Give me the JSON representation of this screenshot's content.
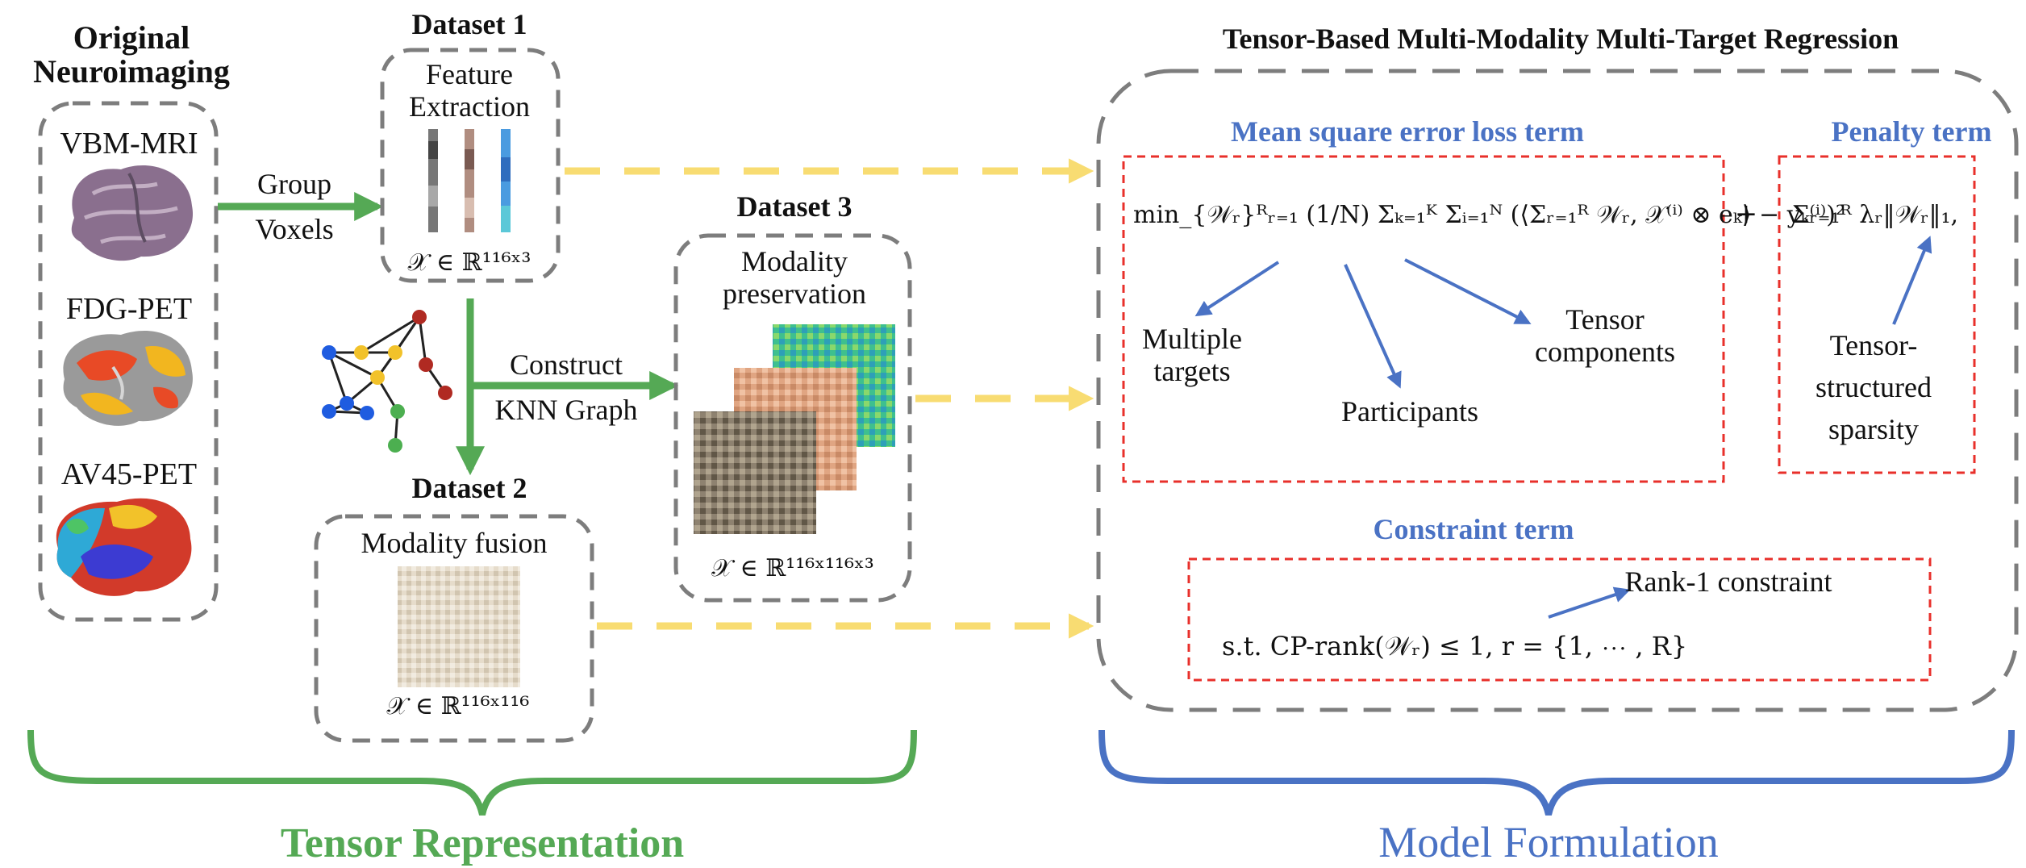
{
  "input": {
    "title_line1": "Original",
    "title_line2": "Neuroimaging",
    "modalities": [
      "VBM-MRI",
      "FDG-PET",
      "AV45-PET"
    ]
  },
  "arrows": {
    "group_line1": "Group",
    "group_line2": "Voxels",
    "construct_line1": "Construct",
    "construct_line2": "KNN Graph"
  },
  "dataset1": {
    "title": "Dataset 1",
    "caption_line1": "Feature",
    "caption_line2": "Extraction",
    "shape": "𝒳 ∈ ℝ¹¹⁶ˣ³"
  },
  "dataset2": {
    "title": "Dataset 2",
    "caption": "Modality fusion",
    "shape": "𝒳 ∈ ℝ¹¹⁶ˣ¹¹⁶"
  },
  "dataset3": {
    "title": "Dataset 3",
    "caption_line1": "Modality",
    "caption_line2": "preservation",
    "shape": "𝒳 ∈ ℝ¹¹⁶ˣ¹¹⁶ˣ³"
  },
  "model": {
    "title": "Tensor-Based Multi-Modality Multi-Target Regression",
    "mse_title": "Mean square error loss term",
    "penalty_title": "Penalty term",
    "constraint_title": "Constraint term",
    "mse_formula": "min_{𝒲ᵣ}ᴿᵣ₌₁ (1/N) Σₖ₌₁ᴷ Σᵢ₌₁ᴺ (⟨Σᵣ₌₁ᴿ 𝒲ᵣ, 𝒳⁽ⁱ⁾ ⊗ eₖ⟩ − yₖ⁽ⁱ⁾)²",
    "plus": "+",
    "penalty_formula": "Σᵣ₌₁ᴿ λᵣ‖𝒲ᵣ‖₁,",
    "labels": {
      "targets_line1": "Multiple",
      "targets_line2": "targets",
      "participants": "Participants",
      "components_line1": "Tensor",
      "components_line2": "components",
      "sparsity_line1": "Tensor-",
      "sparsity_line2": "structured",
      "sparsity_line3": "sparsity",
      "rank": "Rank-1 constraint"
    },
    "constraint_formula": "s.t. CP-rank(𝒲ᵣ) ≤ 1, r = {1, ⋯ , R}"
  },
  "bottom": {
    "left": "Tensor Representation",
    "right": "Model Formulation"
  },
  "colors": {
    "green": "#55a955",
    "blue": "#4a72c4",
    "yellow_dash": "#f8dc72",
    "red_dash": "#e8302b",
    "gray_dash": "#7d7d7d"
  }
}
